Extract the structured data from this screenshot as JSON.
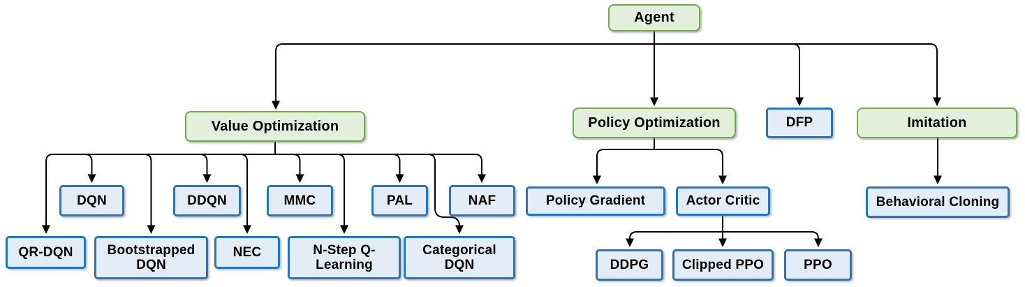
{
  "nodes": {
    "agent": {
      "label": "Agent",
      "type": "category"
    },
    "value_optimization": {
      "label": "Value Optimization",
      "type": "category"
    },
    "policy_optimization": {
      "label": "Policy Optimization",
      "type": "category"
    },
    "dfp": {
      "label": "DFP",
      "type": "algorithm"
    },
    "imitation": {
      "label": "Imitation",
      "type": "category"
    },
    "dqn": {
      "label": "DQN",
      "type": "algorithm"
    },
    "ddqn": {
      "label": "DDQN",
      "type": "algorithm"
    },
    "mmc": {
      "label": "MMC",
      "type": "algorithm"
    },
    "pal": {
      "label": "PAL",
      "type": "algorithm"
    },
    "naf": {
      "label": "NAF",
      "type": "algorithm"
    },
    "qr_dqn": {
      "label": "QR-DQN",
      "type": "algorithm"
    },
    "bootstrapped_dqn": {
      "label": "Bootstrapped DQN",
      "type": "algorithm"
    },
    "nec": {
      "label": "NEC",
      "type": "algorithm"
    },
    "n_step_q_learning": {
      "label": "N-Step Q-Learning",
      "type": "algorithm"
    },
    "categorical_dqn": {
      "label": "Categorical DQN",
      "type": "algorithm"
    },
    "policy_gradient": {
      "label": "Policy Gradient",
      "type": "algorithm"
    },
    "actor_critic": {
      "label": "Actor Critic",
      "type": "algorithm"
    },
    "ddpg": {
      "label": "DDPG",
      "type": "algorithm"
    },
    "clipped_ppo": {
      "label": "Clipped PPO",
      "type": "algorithm"
    },
    "ppo": {
      "label": "PPO",
      "type": "algorithm"
    },
    "behavioral_cloning": {
      "label": "Behavioral Cloning",
      "type": "algorithm"
    }
  },
  "edges": [
    {
      "from": "agent",
      "to": "value_optimization"
    },
    {
      "from": "agent",
      "to": "policy_optimization"
    },
    {
      "from": "agent",
      "to": "dfp"
    },
    {
      "from": "agent",
      "to": "imitation"
    },
    {
      "from": "value_optimization",
      "to": "qr_dqn"
    },
    {
      "from": "value_optimization",
      "to": "dqn"
    },
    {
      "from": "value_optimization",
      "to": "bootstrapped_dqn"
    },
    {
      "from": "value_optimization",
      "to": "ddqn"
    },
    {
      "from": "value_optimization",
      "to": "nec"
    },
    {
      "from": "value_optimization",
      "to": "mmc"
    },
    {
      "from": "value_optimization",
      "to": "n_step_q_learning"
    },
    {
      "from": "value_optimization",
      "to": "pal"
    },
    {
      "from": "value_optimization",
      "to": "categorical_dqn"
    },
    {
      "from": "value_optimization",
      "to": "naf"
    },
    {
      "from": "policy_optimization",
      "to": "policy_gradient"
    },
    {
      "from": "policy_optimization",
      "to": "actor_critic"
    },
    {
      "from": "actor_critic",
      "to": "ddpg"
    },
    {
      "from": "actor_critic",
      "to": "clipped_ppo"
    },
    {
      "from": "actor_critic",
      "to": "ppo"
    },
    {
      "from": "imitation",
      "to": "behavioral_cloning"
    }
  ],
  "colors": {
    "category_fill": "#e2efda",
    "category_border": "#70ad47",
    "algorithm_fill": "#e2edf8",
    "algorithm_border": "#2276c3",
    "connector": "#000000",
    "text": "#000000",
    "background": "#ffffff"
  }
}
